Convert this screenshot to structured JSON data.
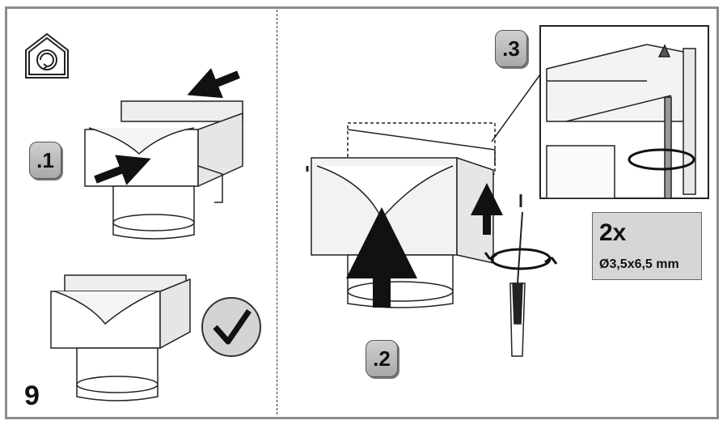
{
  "page_number": "9",
  "steps": {
    "step1": ".1",
    "step2": ".2",
    "step3": ".3"
  },
  "screws": {
    "count": "2x",
    "size": "Ø3,5x6,5 mm"
  },
  "icons": {
    "recirculation": "recirculation-house-icon",
    "check": "checkmark-icon",
    "rotate": "rotate-arrow-icon",
    "screw": "screw-icon"
  }
}
